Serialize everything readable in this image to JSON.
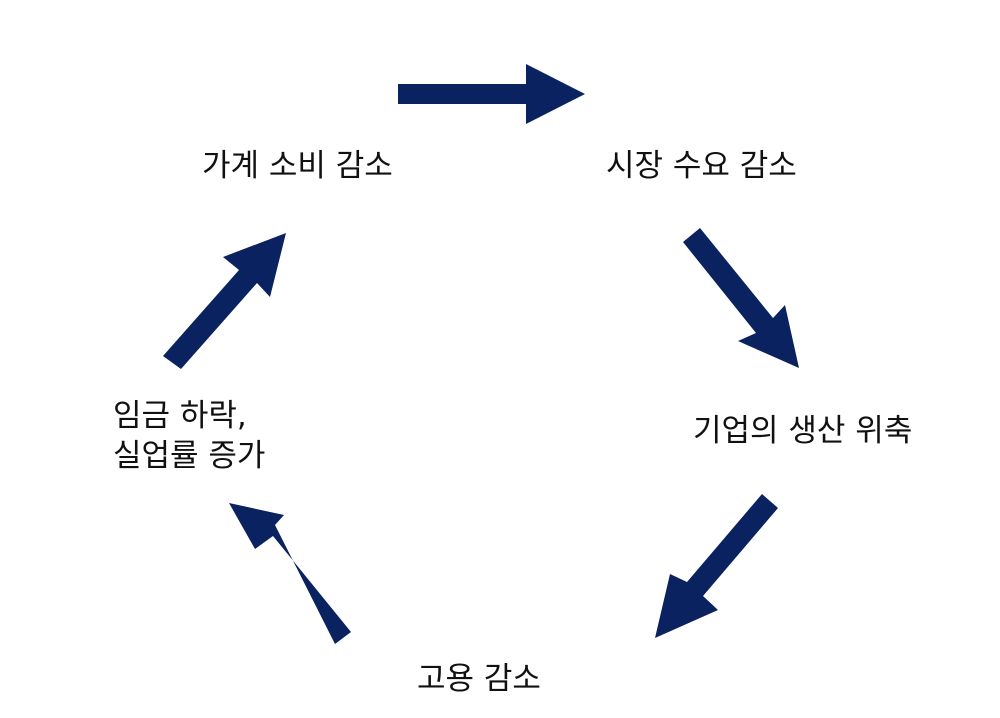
{
  "diagram": {
    "arrow_color": "#0a2260",
    "nodes": {
      "household_consumption": "가계 소비 감소",
      "market_demand": "시장 수요 감소",
      "production_contraction": "기업의 생산 위축",
      "employment": "고용 감소",
      "wages_unemployment": {
        "line1": "임금 하락,",
        "line2": "실업률 증가"
      }
    },
    "arrows": [
      {
        "from": "household_consumption",
        "to": "market_demand"
      },
      {
        "from": "market_demand",
        "to": "production_contraction"
      },
      {
        "from": "production_contraction",
        "to": "employment"
      },
      {
        "from": "employment",
        "to": "wages_unemployment"
      },
      {
        "from": "wages_unemployment",
        "to": "household_consumption"
      }
    ]
  }
}
